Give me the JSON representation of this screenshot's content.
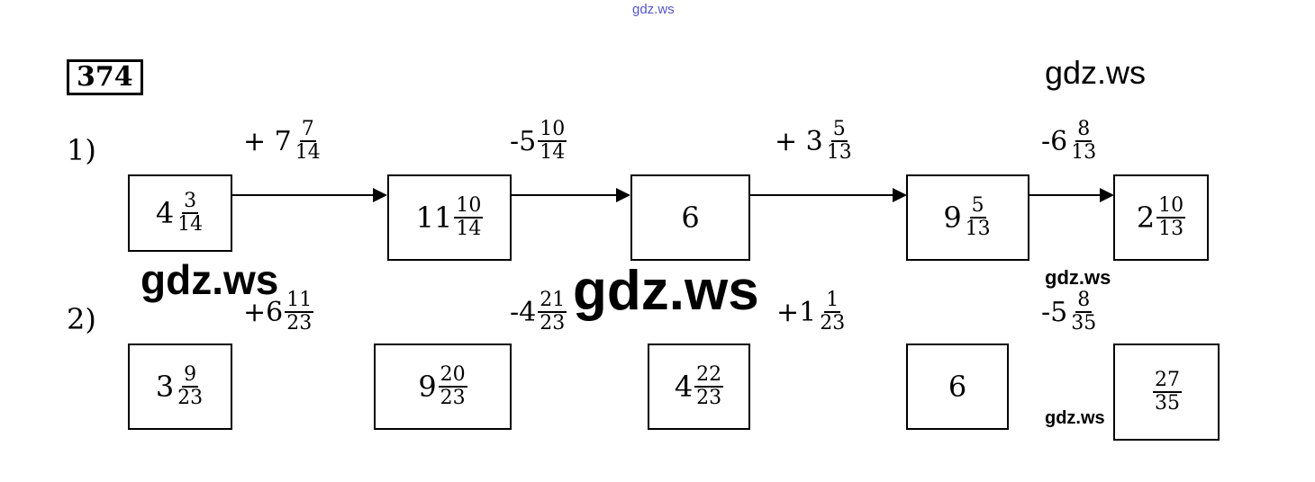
{
  "header_watermark": "gdz.ws",
  "task_number": "374",
  "watermarks": [
    "gdz.ws",
    "gdz.ws",
    "gdz.ws",
    "gdz.ws",
    "gdz.ws"
  ],
  "row1": {
    "label": "1)",
    "boxes": [
      {
        "whole": "4",
        "num": "3",
        "den": "14"
      },
      {
        "whole": "11",
        "num": "10",
        "den": "14"
      },
      {
        "whole": "6",
        "num": "",
        "den": ""
      },
      {
        "whole": "9",
        "num": "5",
        "den": "13"
      },
      {
        "whole": "2",
        "num": "10",
        "den": "13"
      }
    ],
    "operations": [
      {
        "sign": "+ 7",
        "num": "7",
        "den": "14"
      },
      {
        "sign": "-5",
        "num": "10",
        "den": "14"
      },
      {
        "sign": "+ 3",
        "num": "5",
        "den": "13"
      },
      {
        "sign": "-6",
        "num": "8",
        "den": "13"
      }
    ]
  },
  "row2": {
    "label": "2)",
    "boxes": [
      {
        "whole": "3",
        "num": "9",
        "den": "23"
      },
      {
        "whole": "9",
        "num": "20",
        "den": "23"
      },
      {
        "whole": "4",
        "num": "22",
        "den": "23"
      },
      {
        "whole": "6",
        "num": "",
        "den": ""
      },
      {
        "whole": "",
        "num": "27",
        "den": "35"
      }
    ],
    "operations": [
      {
        "sign": "+6",
        "num": "11",
        "den": "23"
      },
      {
        "sign": "-4",
        "num": "21",
        "den": "23"
      },
      {
        "sign": "+1",
        "num": "1",
        "den": "23"
      },
      {
        "sign": "-5",
        "num": "8",
        "den": "35"
      }
    ]
  }
}
